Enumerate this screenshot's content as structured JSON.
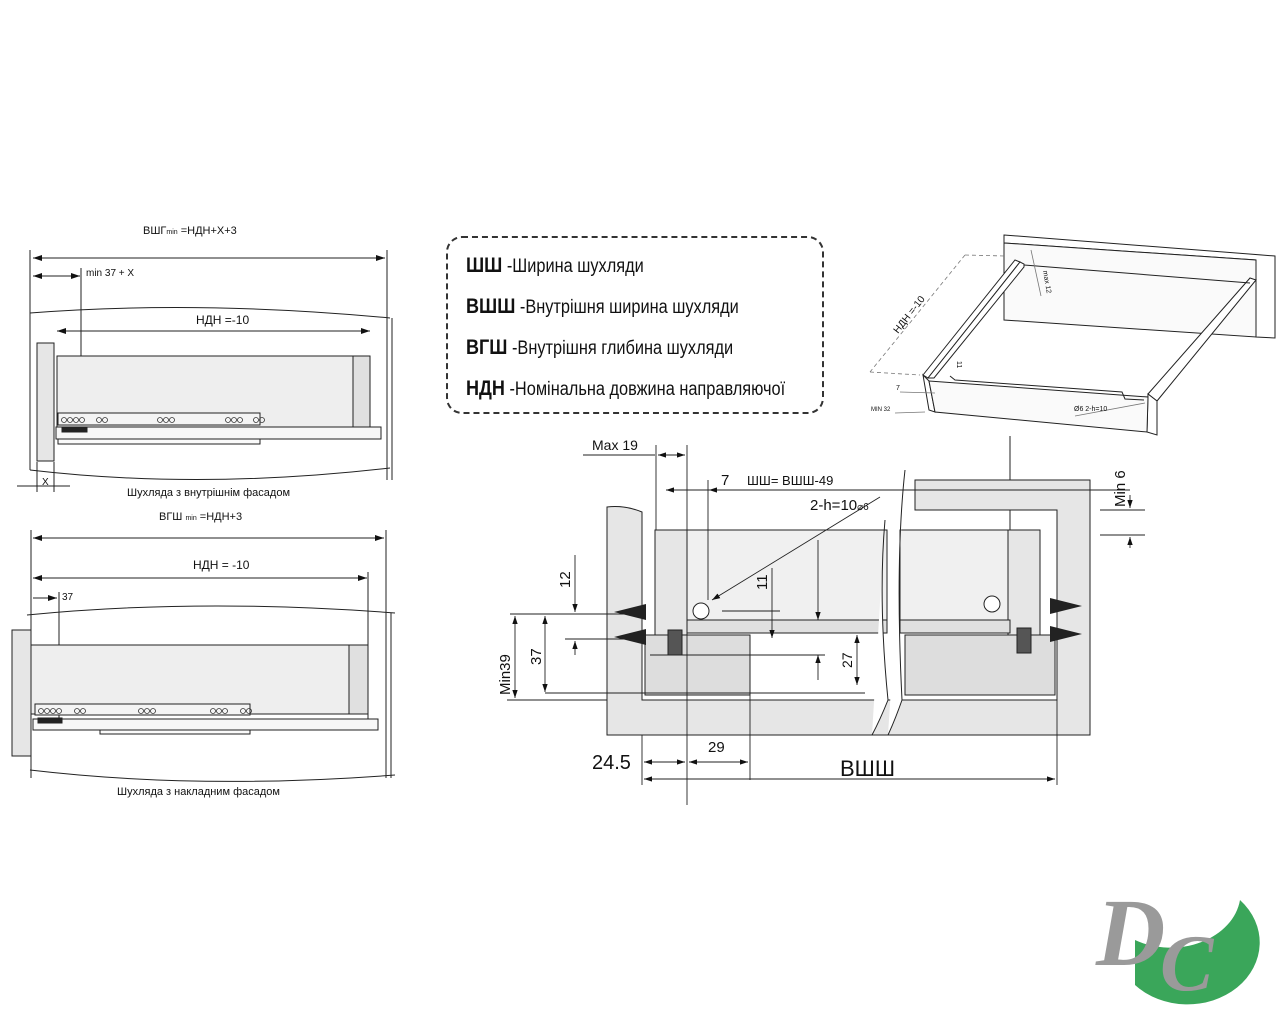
{
  "top_left": {
    "formula_main": "ВШГ",
    "formula_sub": "min",
    "formula_rest": " =НДН+X+3",
    "min_label": "min 37 + X",
    "ndn_label": "НДН =-10",
    "x_label": "X",
    "caption": "Шухляда з внутрішнім фасадом"
  },
  "bottom_left": {
    "formula_main": "ВГШ ",
    "formula_sub": "min",
    "formula_rest": " =НДН+3",
    "ndn_label": "НДН = -10",
    "offset_label": "37",
    "caption": "Шухляда з накладним фасадом"
  },
  "legend": {
    "items": [
      {
        "abbr": "ШШ",
        "text": " -Ширина шухляди"
      },
      {
        "abbr": "ВШШ",
        "text": " -Внутрішня ширина шухляди"
      },
      {
        "abbr": "ВГШ",
        "text": " -Внутрішня глибина шухляди"
      },
      {
        "abbr": "НДН",
        "text": " -Номінальна довжина направляючої"
      }
    ]
  },
  "iso": {
    "ndn": "НДН =-10",
    "max12": "max 12",
    "h11": "11",
    "d7": "7",
    "min32": "MIN 32",
    "hole": "Ø6  2-h=10"
  },
  "section": {
    "max19": "Max 19",
    "d7": "7",
    "width_formula": "ШШ= ВШШ-49",
    "hole": "2-h=10",
    "hole_d": "⌀6",
    "min6": "Min 6",
    "d12": "12",
    "d11": "11",
    "min39": "Min39",
    "d37": "37",
    "d27": "27",
    "d245": "24.5",
    "d29": "29",
    "inner_width": "ВШШ"
  },
  "logo": {
    "text": "DC"
  },
  "colors": {
    "panel": "#e6e6e6",
    "line": "#222222",
    "logo_grey": "#9a9a9a",
    "logo_green": "#3aa65a"
  }
}
